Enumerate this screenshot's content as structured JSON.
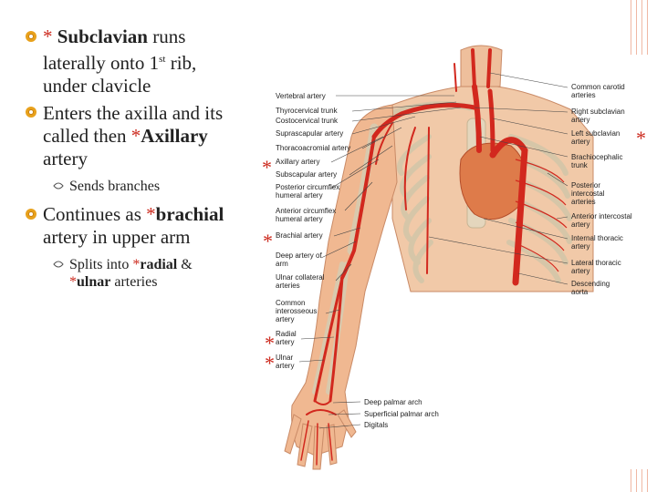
{
  "bullets": {
    "b1": {
      "star": "* ",
      "bold": "Subclavian",
      "rest": " runs",
      "line2_a": "laterally onto 1",
      "line2_sup": "st",
      "line2_b": " rib,",
      "line3": "under clavicle"
    },
    "b2": {
      "line1": "Enters the axilla and its",
      "line2_a": "called then  ",
      "line2_star": "*",
      "line2_bold": "Axillary",
      "line3": "artery"
    },
    "b2_sub": {
      "text": "Sends branches"
    },
    "b3": {
      "line1_a": "Continues as ",
      "line1_star": "*",
      "line1_bold": "brachial",
      "line2": "artery in  upper arm"
    },
    "b3_sub": {
      "line1_a": "Splits into ",
      "line1_star": "*",
      "line1_bold": "radial",
      "line1_b": " &",
      "line2_star": "*",
      "line2_bold": "ulnar",
      "line2_b": " arteries"
    }
  },
  "diagram": {
    "left_labels": [
      "Vertebral artery",
      "Thyrocervical trunk",
      "Costocervical trunk",
      "Suprascapular artery",
      "Thoracoacromial artery",
      "Axillary artery",
      "Subscapular artery",
      "Posterior circumflex humeral artery",
      "Anterior circumflex humeral artery",
      "Brachial artery",
      "Deep artery of arm",
      "Ulnar collateral arteries",
      "Common interosseous artery",
      "Radial artery",
      "Ulnar artery"
    ],
    "right_labels": [
      "Common carotid arteries",
      "Right subclavian artery",
      "Left subclavian artery",
      "Brachiocephalic trunk",
      "Posterior intercostal arteries",
      "Anterior intercostal artery",
      "Internal thoracic artery",
      "Lateral thoracic artery",
      "Descending aorta"
    ],
    "hand_labels": [
      "Deep palmar arch",
      "Superficial palmar arch",
      "Digitals"
    ],
    "star_mark": "*"
  },
  "colors": {
    "bullet": "#e8a11c",
    "star": "#cc2a1e",
    "artery": "#d2281e",
    "skin": "#e8a77a",
    "bone": "#d9c9ad"
  }
}
